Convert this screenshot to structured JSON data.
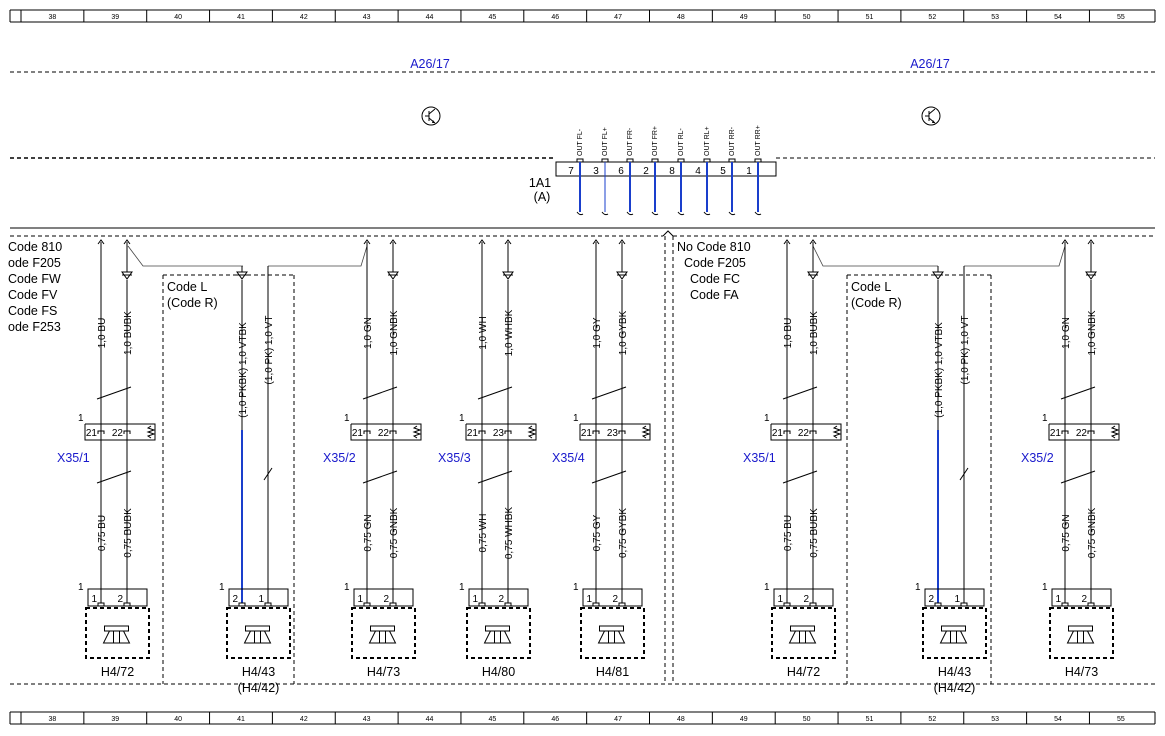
{
  "ruler": {
    "columns": [
      "38",
      "39",
      "40",
      "41",
      "42",
      "43",
      "44",
      "45",
      "46",
      "47",
      "48",
      "49",
      "50",
      "51",
      "52",
      "53",
      "54",
      "55"
    ]
  },
  "modules": {
    "a26_left": "A26/17",
    "a26_right": "A26/17"
  },
  "connector_1a1": {
    "name": "1A1",
    "sub": "(A)",
    "pins": [
      {
        "label": "OUT FL-",
        "num": "7"
      },
      {
        "label": "OUT FL+",
        "num": "3"
      },
      {
        "label": "OUT FR-",
        "num": "6"
      },
      {
        "label": "OUT FR+",
        "num": "2"
      },
      {
        "label": "OUT RL-",
        "num": "8"
      },
      {
        "label": "OUT RL+",
        "num": "4"
      },
      {
        "label": "OUT RR-",
        "num": "5"
      },
      {
        "label": "OUT RR+",
        "num": "1"
      }
    ]
  },
  "code_notes": {
    "left": [
      "Code 810",
      "ode F205",
      "Code FW",
      "Code FV",
      "Code FS",
      "ode F253"
    ],
    "left_l": [
      "Code L",
      "(Code R)"
    ],
    "right": [
      "No Code 810",
      "Code F205",
      "Code FC",
      "Code FA"
    ],
    "right_l": [
      "Code L",
      "(Code R)"
    ]
  },
  "wires": {
    "w1a": "1,0 BU",
    "w1b": "1,0 BUBK",
    "w2a": "(1,0 PKBK) 1,0 VTBK",
    "w2b": "(1,0 PK) 1,0 VT",
    "w3a": "1,0 GN",
    "w3b": "1,0 GNBK",
    "w4a": "1,0 WH",
    "w4b": "1,0 WHBK",
    "w5a": "1,0 GY",
    "w5b": "1,0 GYBK",
    "w6a": "1,0 BU",
    "w6b": "1,0 BUBK",
    "w7a": "(1,0 PKBK) 1,0 VTBK",
    "w7b": "(1,0 PK) 1,0 VT",
    "w8a": "1,0 GN",
    "w8b": "1,0 GNBK",
    "l1a": "0,75 BU",
    "l1b": "0,75 BUBK",
    "l3a": "0,75 GN",
    "l3b": "0,75 GNBK",
    "l4a": "0,75 WH",
    "l4b": "0,75 WHBK",
    "l5a": "0,75 GY",
    "l5b": "0,75 GYBK",
    "l6a": "0,75 BU",
    "l6b": "0,75 BUBK",
    "l8a": "0,75 GN",
    "l8b": "0,75 GNBK"
  },
  "connectors_x35": {
    "c1": {
      "name": "X35/1",
      "pin1": "21",
      "pin2": "22",
      "idx": "1"
    },
    "c2": {
      "name": "X35/2",
      "pin1": "21",
      "pin2": "22",
      "idx": "1"
    },
    "c3": {
      "name": "X35/3",
      "pin1": "21",
      "pin2": "23",
      "idx": "1"
    },
    "c4": {
      "name": "X35/4",
      "pin1": "21",
      "pin2": "23",
      "idx": "1"
    },
    "c5": {
      "name": "X35/1",
      "pin1": "21",
      "pin2": "22",
      "idx": "1"
    },
    "c6": {
      "name": "X35/2",
      "pin1": "21",
      "pin2": "22",
      "idx": "1"
    }
  },
  "speakers": {
    "s1": {
      "name": "H4/72",
      "sub": "",
      "p1": "1",
      "p2": "2",
      "idx": "1"
    },
    "s2": {
      "name": "H4/43",
      "sub": "(H4/42)",
      "p1": "2",
      "p2": "1",
      "idx": "1"
    },
    "s3": {
      "name": "H4/73",
      "sub": "",
      "p1": "1",
      "p2": "2",
      "idx": "1"
    },
    "s4": {
      "name": "H4/80",
      "sub": "",
      "p1": "1",
      "p2": "2",
      "idx": "1"
    },
    "s5": {
      "name": "H4/81",
      "sub": "",
      "p1": "1",
      "p2": "2",
      "idx": "1"
    },
    "s6": {
      "name": "H4/72",
      "sub": "",
      "p1": "1",
      "p2": "2",
      "idx": "1"
    },
    "s7": {
      "name": "H4/43",
      "sub": "(H4/42)",
      "p1": "2",
      "p2": "1",
      "idx": "1"
    },
    "s8": {
      "name": "H4/73",
      "sub": "",
      "p1": "1",
      "p2": "2",
      "idx": "1"
    }
  },
  "colors": {
    "blue_text": "#1a1acc",
    "blue_wire": "#1a3fcc",
    "line": "#000000"
  }
}
